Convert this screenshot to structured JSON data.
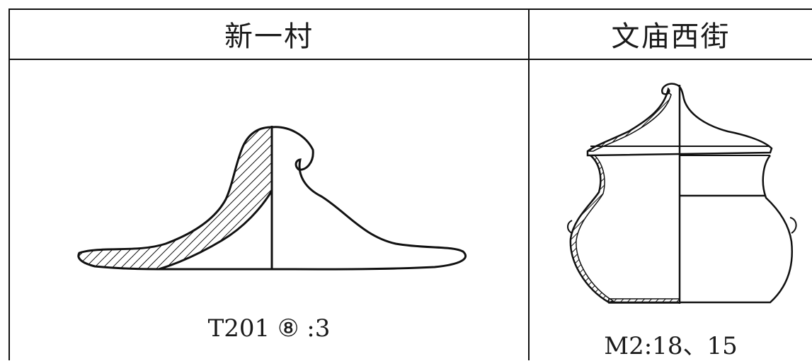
{
  "table": {
    "headers": [
      "新一村",
      "文庙西街"
    ],
    "captions": [
      "T201 ⑧ :3",
      "M2:18、15"
    ]
  },
  "figures": [
    {
      "name": "lid-profile",
      "description_visible": false
    },
    {
      "name": "lidded-jar",
      "description_visible": false
    }
  ]
}
